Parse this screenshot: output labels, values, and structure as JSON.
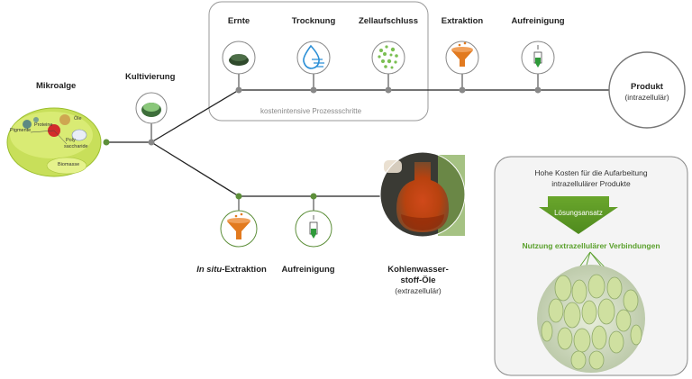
{
  "microalgae": {
    "title": "Mikroalge",
    "components": {
      "pigments": "Pigmente",
      "proteins": "Proteine",
      "oils": "Öle",
      "polysaccharides_line1": "Poly",
      "polysaccharides_line2": "saccharide",
      "biomass": "Biomasse"
    }
  },
  "cultivation": {
    "label": "Kultivierung"
  },
  "upper_path": {
    "steps": [
      {
        "label": "Ernte",
        "icon": "harvest-icon"
      },
      {
        "label": "Trocknung",
        "icon": "drying-icon"
      },
      {
        "label": "Zellaufschluss",
        "icon": "cell-disruption-icon"
      },
      {
        "label": "Extraktion",
        "icon": "extraction-icon"
      },
      {
        "label": "Aufreinigung",
        "icon": "purification-icon"
      }
    ],
    "box_caption": "kostenintensive Prozessschritte",
    "product_title": "Produkt",
    "product_sub": "(intrazellulär)"
  },
  "lower_path": {
    "steps": [
      {
        "label_italic": "In situ",
        "label_rest": "-Extraktion",
        "icon": "funnel-icon"
      },
      {
        "label": "Aufreinigung",
        "icon": "purification-icon"
      }
    ],
    "oil_title_line1": "Kohlenwasser-",
    "oil_title_line2": "stoff-Öle",
    "oil_sub": "(extrazellulär)"
  },
  "panel": {
    "heading_line1": "Hohe Kosten für die Aufarbeitung",
    "heading_line2": "intrazellulärer Produkte",
    "arrow_label": "Lösungsansatz",
    "solution": "Nutzung extrazellulärer Verbindungen"
  },
  "colors": {
    "green": "#5d8f3a",
    "line": "#222222",
    "orange": "#e27a1f",
    "accent_green": "#5aa02c",
    "box_border": "#999999"
  }
}
